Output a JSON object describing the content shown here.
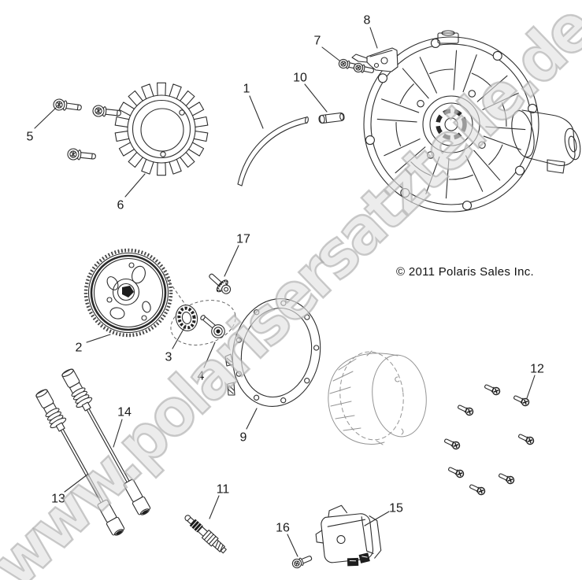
{
  "watermark_text": "www.polarisersatzteile.de",
  "copyright_text": "© 2011 Polaris Sales Inc.",
  "colors": {
    "line": "#2e2e2e",
    "light_line": "#949494",
    "watermark_gray": "#cfcfcf",
    "background": "#ffffff"
  },
  "callouts": [
    {
      "label": "1"
    },
    {
      "label": "2"
    },
    {
      "label": "3"
    },
    {
      "label": "4"
    },
    {
      "label": "5"
    },
    {
      "label": "6"
    },
    {
      "label": "7"
    },
    {
      "label": "8"
    },
    {
      "label": "9"
    },
    {
      "label": "10"
    },
    {
      "label": "11"
    },
    {
      "label": "12"
    },
    {
      "label": "13"
    },
    {
      "label": "14"
    },
    {
      "label": "15"
    },
    {
      "label": "16"
    },
    {
      "label": "17"
    }
  ]
}
